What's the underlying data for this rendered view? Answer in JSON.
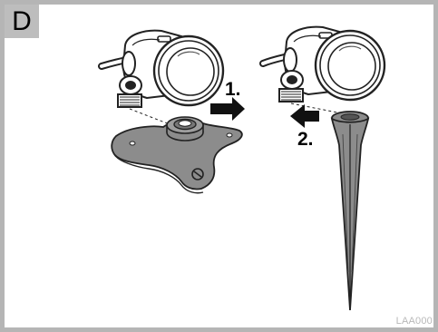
{
  "section": {
    "letter": "D"
  },
  "steps": [
    {
      "label": "1."
    },
    {
      "label": "2."
    }
  ],
  "reference_code": "LAA000",
  "colors": {
    "frame": "#b5b5b5",
    "tab": "#bdbdbd",
    "part_fill": "#8c8c8c",
    "arrow_fill": "#111111"
  },
  "icons": {
    "arrow_1": "arrow-right",
    "arrow_2": "arrow-left"
  }
}
